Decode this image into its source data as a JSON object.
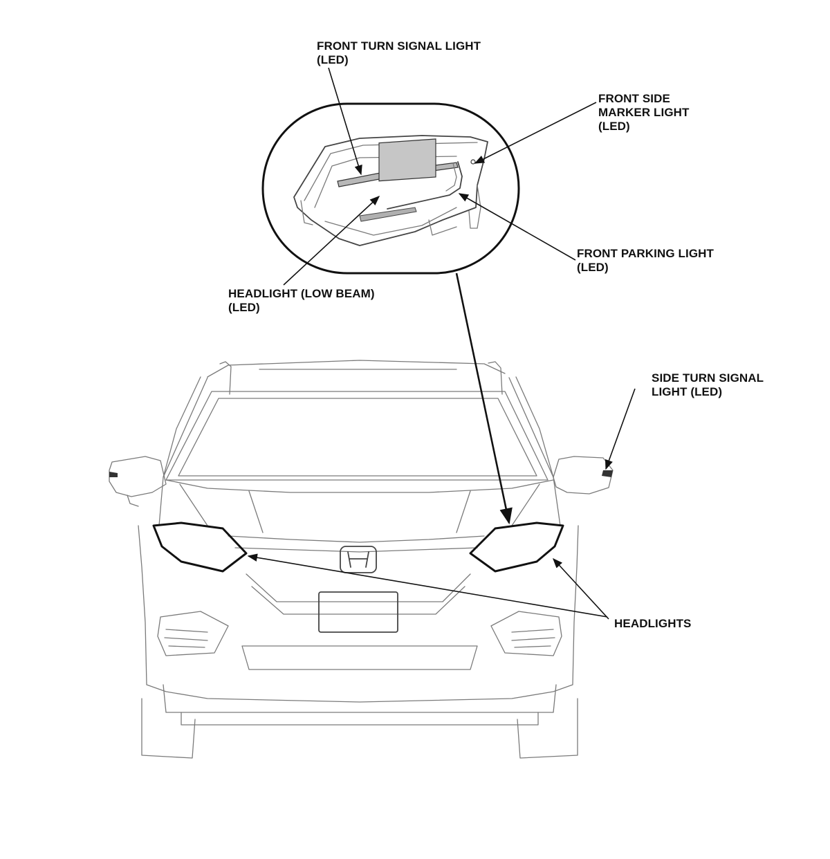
{
  "labels": {
    "front_turn_signal": [
      "FRONT TURN SIGNAL LIGHT",
      "(LED)"
    ],
    "front_side_marker": [
      "FRONT SIDE",
      "MARKER LIGHT",
      "(LED)"
    ],
    "front_parking": [
      "FRONT PARKING LIGHT",
      "(LED)"
    ],
    "headlight_low_beam": [
      "HEADLIGHT (LOW BEAM)",
      "(LED)"
    ],
    "side_turn_signal": [
      "SIDE TURN SIGNAL",
      "LIGHT (LED)"
    ],
    "headlights": "HEADLIGHTS"
  }
}
